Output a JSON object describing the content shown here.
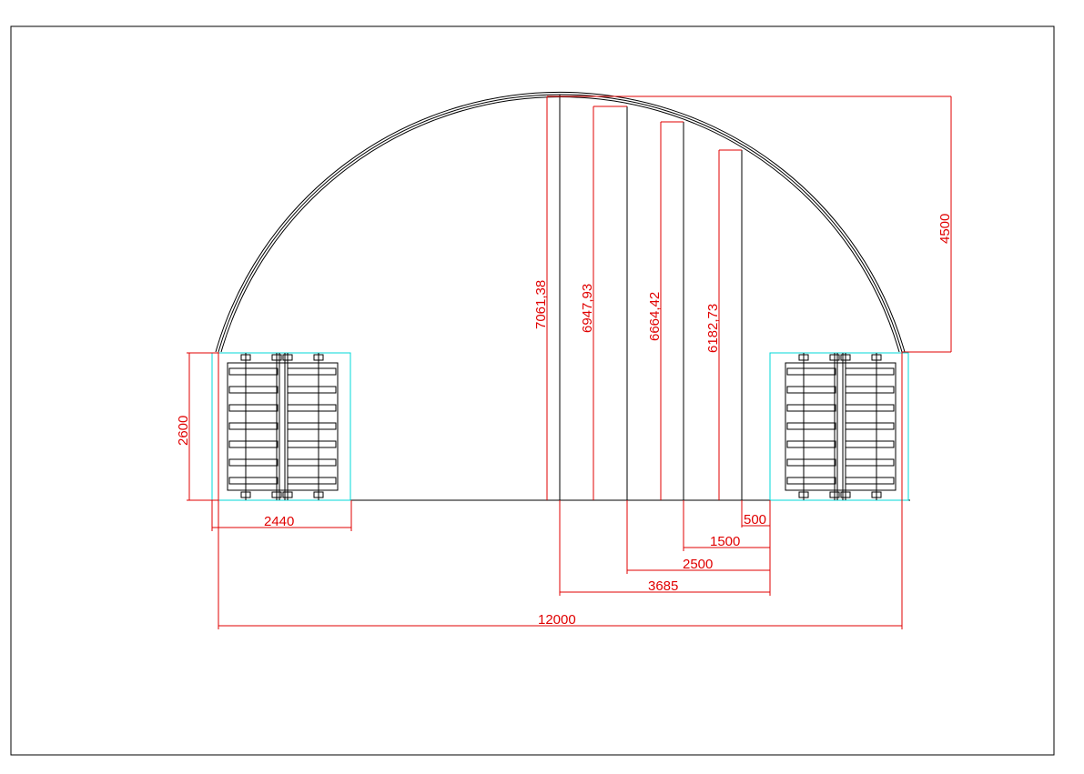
{
  "colors": {
    "dimension": "#e00000",
    "outline": "#000000",
    "container": "#00d8d8"
  },
  "dimensions": {
    "height_center": "7061,38",
    "height_2": "6947,93",
    "height_3": "6664,42",
    "height_4": "6182,73",
    "arch_rise": "4500",
    "container_height": "2600",
    "container_width": "2440",
    "offset_500": "500",
    "offset_1500": "1500",
    "offset_2500": "2500",
    "offset_3685": "3685",
    "span": "12000"
  }
}
